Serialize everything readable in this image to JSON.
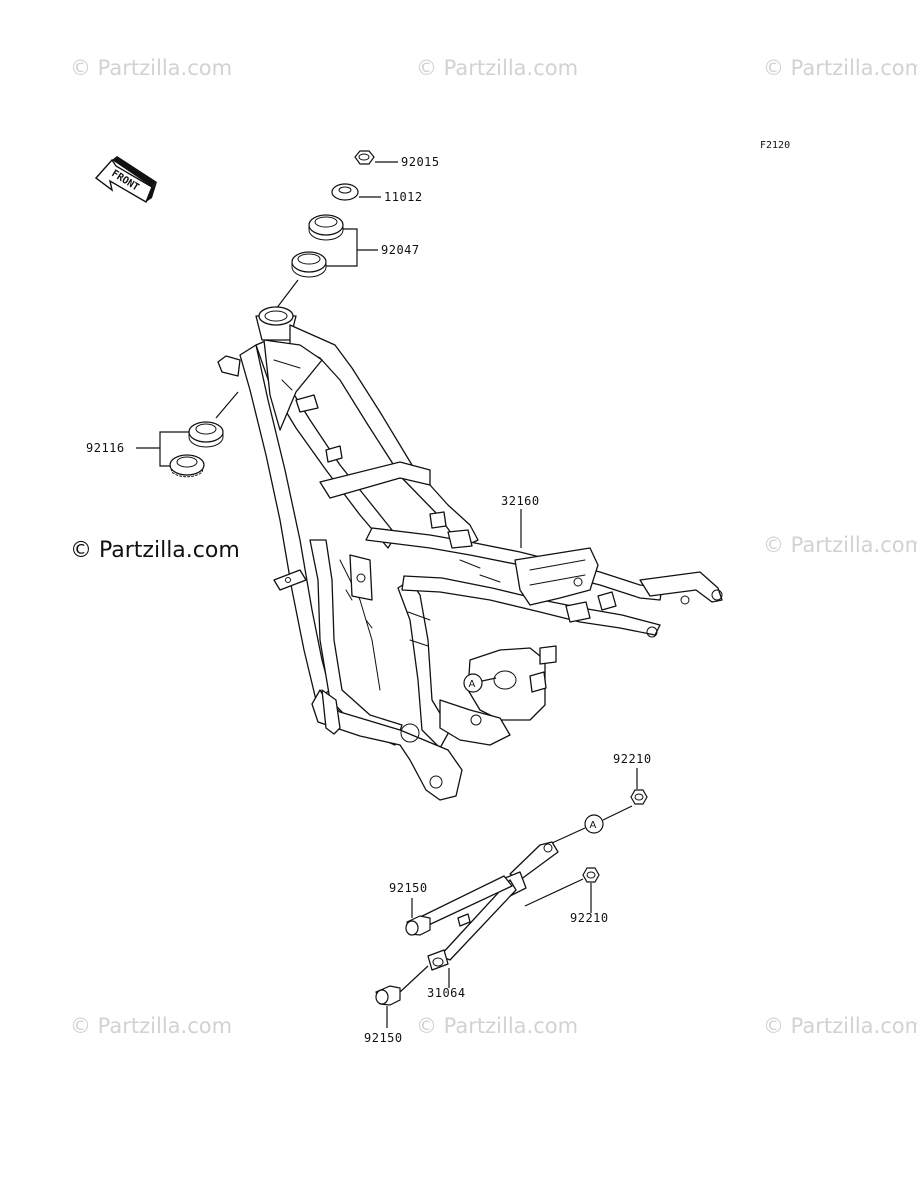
{
  "diagram_code": "F2120",
  "front_arrow_label": "FRONT",
  "watermark": "© Partzilla.com",
  "ref_marker": "A",
  "parts": {
    "p92015": "92015",
    "p11012": "11012",
    "p92047": "92047",
    "p92116": "92116",
    "p32160": "32160",
    "p92210_top": "92210",
    "p92210_mid": "92210",
    "p92150_top": "92150",
    "p92150_bottom": "92150",
    "p31064": "31064"
  }
}
